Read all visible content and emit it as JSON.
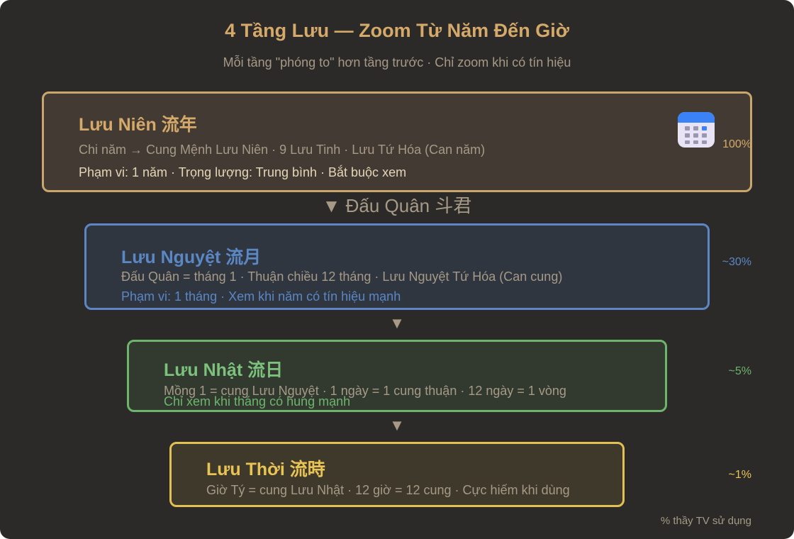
{
  "title": "4 Tầng Lưu — Zoom Từ Năm Đến Giờ",
  "subtitle": "Mỗi tầng \"phóng to\" hơn tầng trước · Chỉ zoom khi có tín hiệu",
  "tiers": [
    {
      "name": "Lưu Niên 流年",
      "desc": "Chi năm → Cung Mệnh Lưu Niên · 9 Lưu Tinh · Lưu Tứ Hóa (Can năm)",
      "scope": "Phạm vi: 1 năm · Trọng lượng: Trung bình · Bắt buộc xem",
      "pct": "100%",
      "icon": "calendar-icon",
      "color": "#d4a96a"
    },
    {
      "name": "Lưu Nguyệt 流月",
      "desc": "Đấu Quân = tháng 1 · Thuận chiều 12 tháng · Lưu Nguyệt Tứ Hóa (Can cung)",
      "scope": "Phạm vi: 1 tháng · Xem khi năm có tín hiệu mạnh",
      "pct": "~30%",
      "color": "#5b87c4"
    },
    {
      "name": "Lưu Nhật 流日",
      "desc": "Mồng 1 = cung Lưu Nguyệt · 1 ngày = 1 cung thuận · 12 ngày = 1 vòng",
      "scope": "Chỉ xem khi tháng có hung mạnh",
      "pct": "~5%",
      "color": "#6db46d"
    },
    {
      "name": "Lưu Thời 流時",
      "desc": "Giờ Tý = cung Lưu Nhật · 12 giờ = 12 cung · Cực hiếm khi dùng",
      "pct": "~1%",
      "color": "#e8c455"
    }
  ],
  "connectors": [
    {
      "arrow": "▼",
      "label": "Đấu Quân 斗君"
    },
    {
      "arrow": "▼"
    },
    {
      "arrow": "▼"
    }
  ],
  "footnote": "% thầy TV sử dụng"
}
